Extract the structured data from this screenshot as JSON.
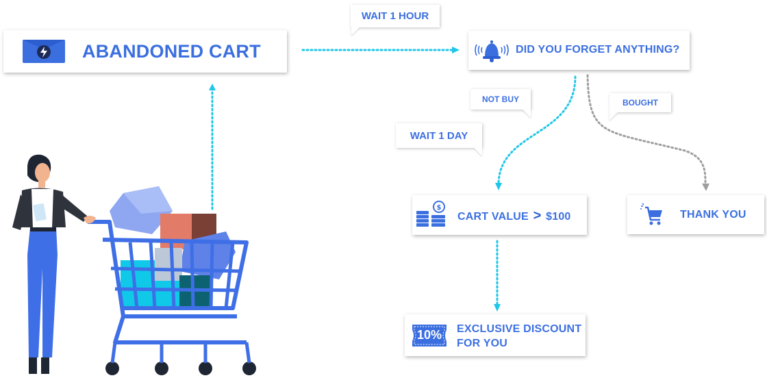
{
  "colors": {
    "accent": "#3b6fe0",
    "flow": "#1ec6ea",
    "flow_alt": "#9e9e9e",
    "cart": "#3f6fe6"
  },
  "nodes": {
    "abandoned_cart": {
      "label": "ABANDONED CART",
      "icon": "envelope-lightning-icon"
    },
    "forget": {
      "label": "DID YOU FORGET ANYTHING?",
      "icon": "bell-icon"
    },
    "cart_value": {
      "label_prefix": "CART VALUE",
      "operator": ">",
      "label_suffix": "$100",
      "icon": "coins-icon"
    },
    "thank_you": {
      "label": "THANK YOU",
      "icon": "cart-icon"
    },
    "discount": {
      "line1": "EXCLUSIVE DISCOUNT",
      "line2": "FOR YOU",
      "ticket": "10%",
      "icon": "ticket-icon"
    }
  },
  "tags": {
    "wait_hour": "WAIT 1 HOUR",
    "not_buy": "NOT BUY",
    "bought": "BOUGHT",
    "wait_day": "WAIT 1 DAY"
  }
}
